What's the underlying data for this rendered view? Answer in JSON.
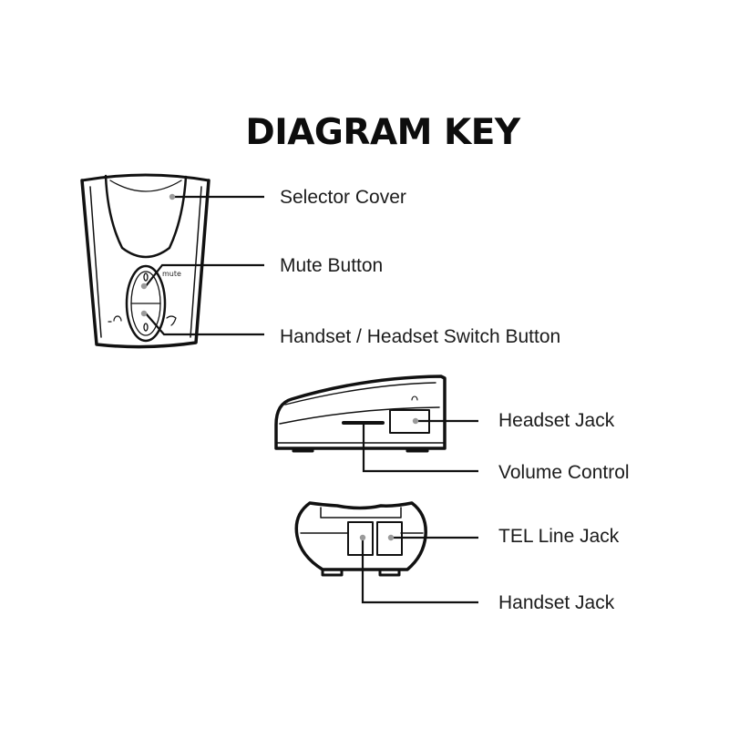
{
  "title": "DIAGRAM KEY",
  "devices": {
    "front": {
      "mute_text": "mute"
    }
  },
  "callouts": [
    {
      "id": "selector-cover",
      "label": "Selector Cover"
    },
    {
      "id": "mute-button",
      "label": "Mute Button"
    },
    {
      "id": "handset-headset-switch-button",
      "label": "Handset / Headset Switch Button"
    },
    {
      "id": "headset-jack",
      "label": "Headset Jack"
    },
    {
      "id": "volume-control",
      "label": "Volume Control"
    },
    {
      "id": "tel-line-jack",
      "label": "TEL Line Jack"
    },
    {
      "id": "handset-jack",
      "label": "Handset Jack"
    }
  ],
  "colors": {
    "ink": "#1a1a1a",
    "marker": "#9a9a9a",
    "background": "#ffffff"
  }
}
